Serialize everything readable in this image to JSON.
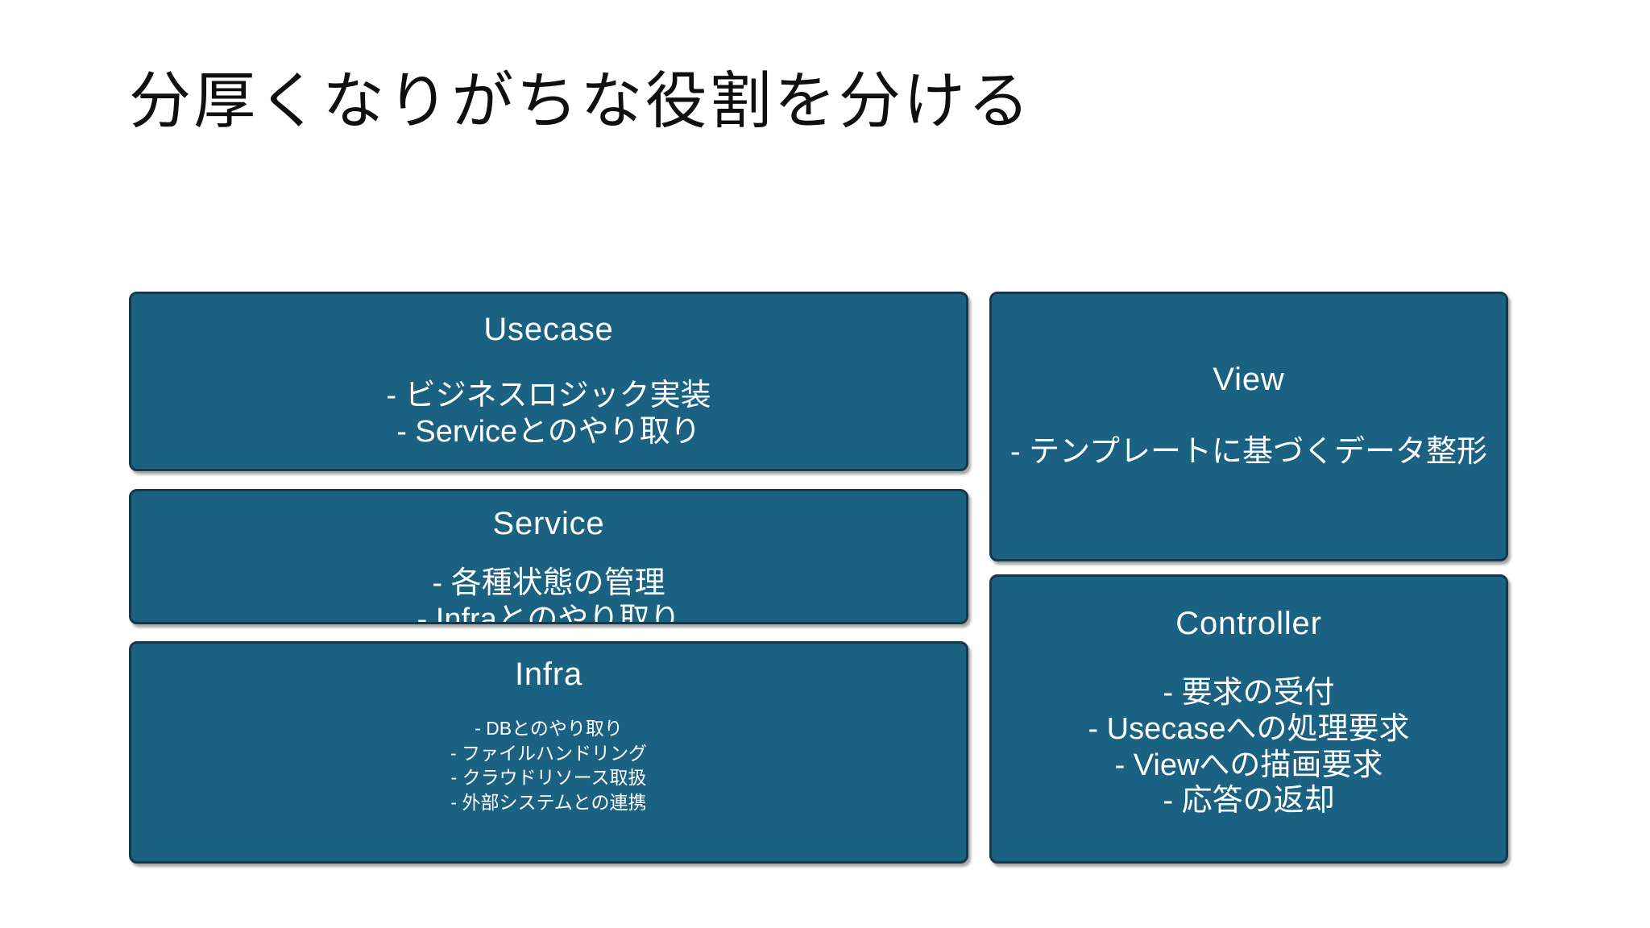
{
  "slide": {
    "title": "分厚くなりがちな役割を分ける",
    "background_color": "#ffffff",
    "title_color": "#0f0f0f",
    "box_fill_color": "#1b6182",
    "box_border_color": "#15394a",
    "box_text_color": "#ffffff"
  },
  "left_column": {
    "boxes": [
      {
        "title": "Usecase",
        "lines": [
          "-   ビジネスロジック実装",
          "-   Serviceとのやり取り"
        ]
      },
      {
        "title": "Service",
        "lines": [
          "-   各種状態の管理",
          "-   Infraとのやり取り"
        ]
      },
      {
        "title": "Infra",
        "lines": [
          "-    DBとのやり取り",
          "-    ファイルハンドリング",
          "-    クラウドリソース取扱",
          "-    外部システムとの連携"
        ]
      }
    ]
  },
  "right_column": {
    "boxes": [
      {
        "title": "View",
        "lines": [
          "- テンプレートに基づくデータ整形"
        ]
      },
      {
        "title": "Controller",
        "lines": [
          "-   要求の受付",
          "-   Usecaseへの処理要求",
          "-   Viewへの描画要求",
          "-   応答の返却"
        ]
      }
    ]
  }
}
